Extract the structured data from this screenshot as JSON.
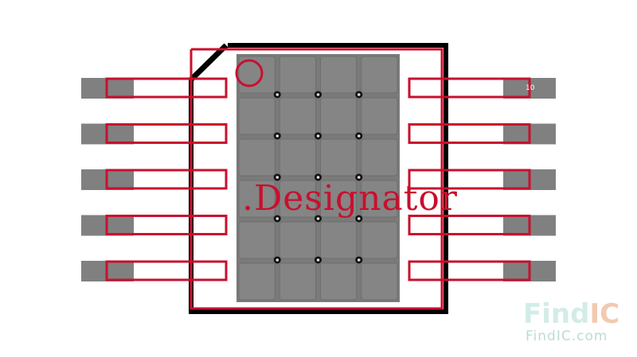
{
  "footprint": {
    "designator": ".Designator",
    "pin_label": "10",
    "pins_per_side": 5,
    "thermal_grid": {
      "cols": 4,
      "rows": 6
    },
    "via_grid": {
      "cols": 3,
      "rows": 5
    }
  },
  "watermark": {
    "brand_part1": "Find",
    "brand_part2": "IC",
    "url": "FindIC.com"
  },
  "colors": {
    "silkscreen": "#c8102e",
    "pad": "#808080",
    "thermal_pad": "#7a7a7a",
    "body_outline": "#000000",
    "background": "#ffffff",
    "watermark_light": "#d3ece8",
    "watermark_accent": "#f3c9b0"
  }
}
